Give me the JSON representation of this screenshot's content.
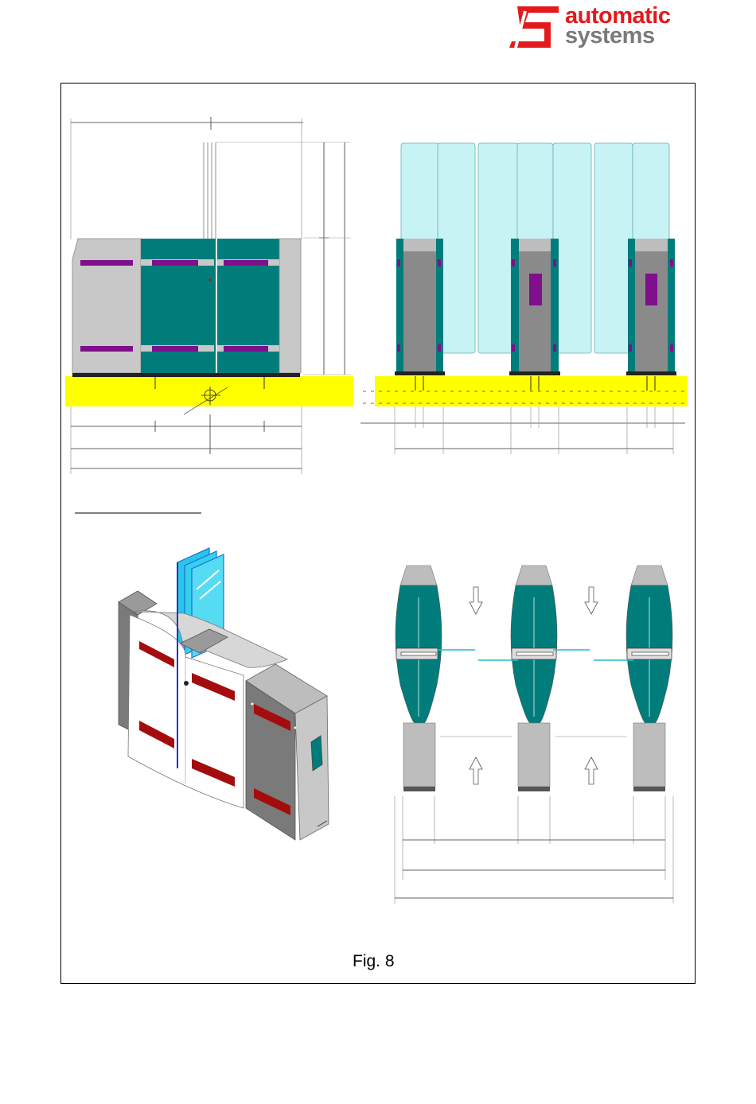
{
  "brand": {
    "name_line1": "automatic",
    "name_line2": "systems",
    "logo_color": "#e3191c",
    "text_color_line1": "#e3191c",
    "text_color_line2": "#7a7a7a"
  },
  "figure": {
    "caption": "Fig. 8"
  },
  "palette": {
    "teal": "#007d7b",
    "grey_body": "#c8c8c8",
    "grey_dark": "#8a8a8a",
    "purple": "#7f0f8a",
    "glass": "#c7f3f4",
    "floor": "#ffff00",
    "red_stripe": "#a40d0d"
  },
  "icons": [
    "automatic-systems-logo",
    "direction-arrow-up",
    "direction-arrow-down"
  ]
}
